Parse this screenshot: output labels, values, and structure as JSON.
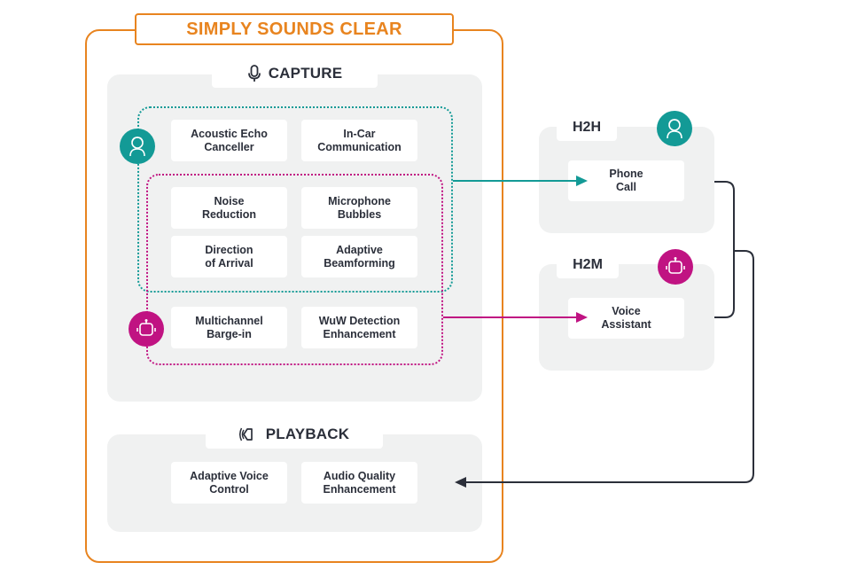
{
  "title": "SIMPLY SOUNDS CLEAR",
  "capture": {
    "label": "CAPTURE",
    "icon": "microphone-icon",
    "cards": {
      "acoustic_echo": "Acoustic Echo\nCanceller",
      "in_car": "In-Car\nCommunication",
      "noise_reduction": "Noise\nReduction",
      "mic_bubbles": "Microphone\nBubbles",
      "direction_arrival": "Direction\nof Arrival",
      "adaptive_beam": "Adaptive\nBeamforming",
      "multichannel": "Multichannel\nBarge-in",
      "wuw": "WuW Detection\nEnhancement"
    }
  },
  "playback": {
    "label": "PLAYBACK",
    "icon": "speaker-icon",
    "cards": {
      "adaptive_voice": "Adaptive Voice\nControl",
      "audio_quality": "Audio Quality\nEnhancement"
    }
  },
  "h2h": {
    "label": "H2H",
    "card": "Phone\nCall",
    "icon": "person-icon"
  },
  "h2m": {
    "label": "H2M",
    "card": "Voice\nAssistant",
    "icon": "robot-icon"
  },
  "colors": {
    "orange": "#e8841f",
    "teal": "#139a96",
    "magenta": "#c01382",
    "panel": "#f0f1f1",
    "text": "#2b2f3a"
  }
}
